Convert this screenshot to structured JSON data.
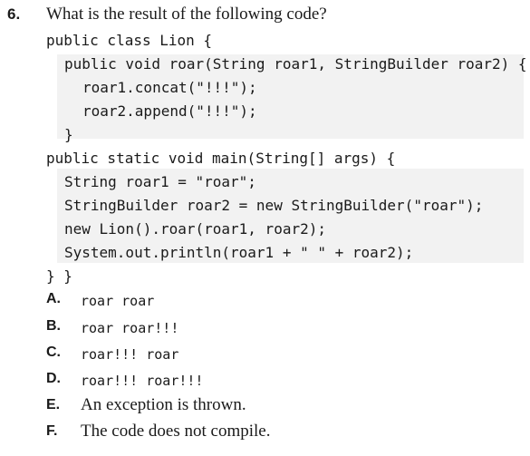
{
  "question": {
    "number": "6.",
    "text": "What is the result of the following code?"
  },
  "code": [
    "public class Lion {",
    "public void roar(String roar1, StringBuilder roar2) {",
    "roar1.concat(\"!!!\");",
    "roar2.append(\"!!!\");",
    "}",
    "public static void main(String[] args) {",
    "String roar1 = \"roar\";",
    "StringBuilder roar2 = new StringBuilder(\"roar\");",
    "new Lion().roar(roar1, roar2);",
    "System.out.println(roar1 + \" \" + roar2);",
    "} }"
  ],
  "options": [
    {
      "letter": "A.",
      "text": "roar roar"
    },
    {
      "letter": "B.",
      "text": "roar roar!!!"
    },
    {
      "letter": "C.",
      "text": "roar!!! roar"
    },
    {
      "letter": "D.",
      "text": "roar!!! roar!!!"
    },
    {
      "letter": "E.",
      "text": "An exception is thrown."
    },
    {
      "letter": "F.",
      "text": "The code does not compile."
    }
  ]
}
